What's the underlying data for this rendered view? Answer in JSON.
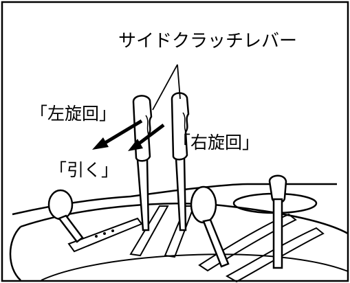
{
  "labels": {
    "title": "サイドクラッチレバー",
    "left_turn": "「左旋回」",
    "right_turn": "「右旋回」",
    "pull": "「引く」"
  }
}
